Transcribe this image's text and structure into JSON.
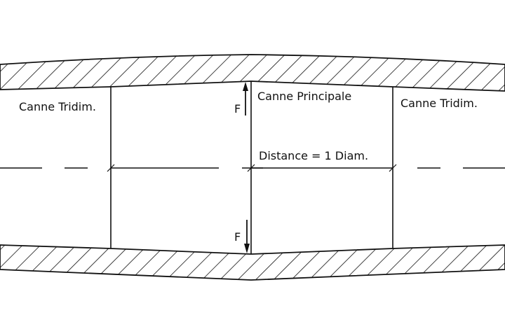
{
  "labels": {
    "left_probe": "Canne Tridim.",
    "main_probe": "Canne Principale",
    "right_probe": "Canne Tridim.",
    "distance": "Distance = 1 Diam.",
    "force_top": "F",
    "force_bottom": "F"
  },
  "colors": {
    "ink": "#111111",
    "background": "#ffffff"
  }
}
